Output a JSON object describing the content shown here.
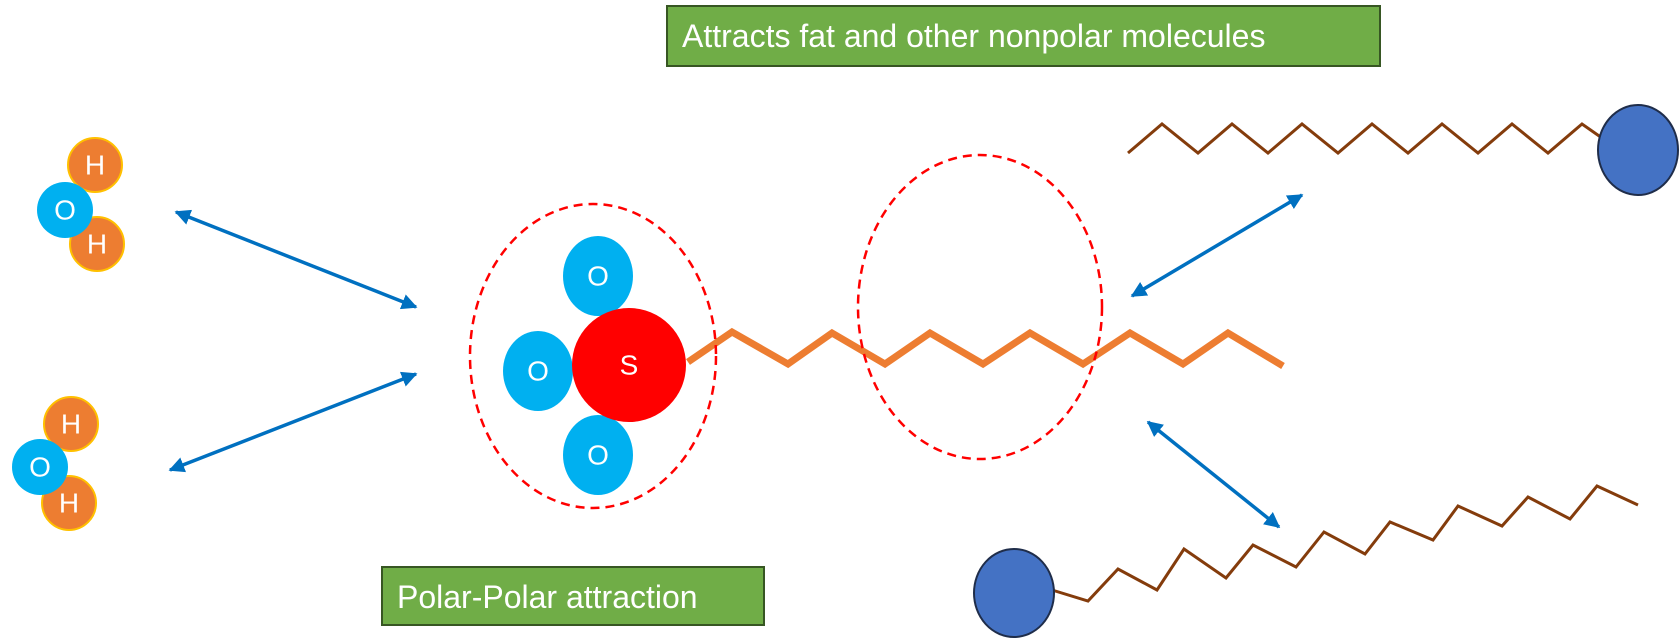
{
  "colors": {
    "oxygen": "#00b0f0",
    "hydrogen": "#ed7d31",
    "sulfur": "#ff0000",
    "tail_chain": "#ed7d31",
    "fat_chain": "#843c0c",
    "fat_head": "#4472c4",
    "arrow": "#0070c0",
    "dashed_region": "#ff0000",
    "label_fill": "#70ad47",
    "label_border": "#375623"
  },
  "labels": {
    "nonpolar": "Attracts fat and other nonpolar molecules",
    "polar": "Polar-Polar attraction"
  },
  "atoms": {
    "oxygen": "O",
    "hydrogen": "H",
    "sulfur": "S"
  }
}
